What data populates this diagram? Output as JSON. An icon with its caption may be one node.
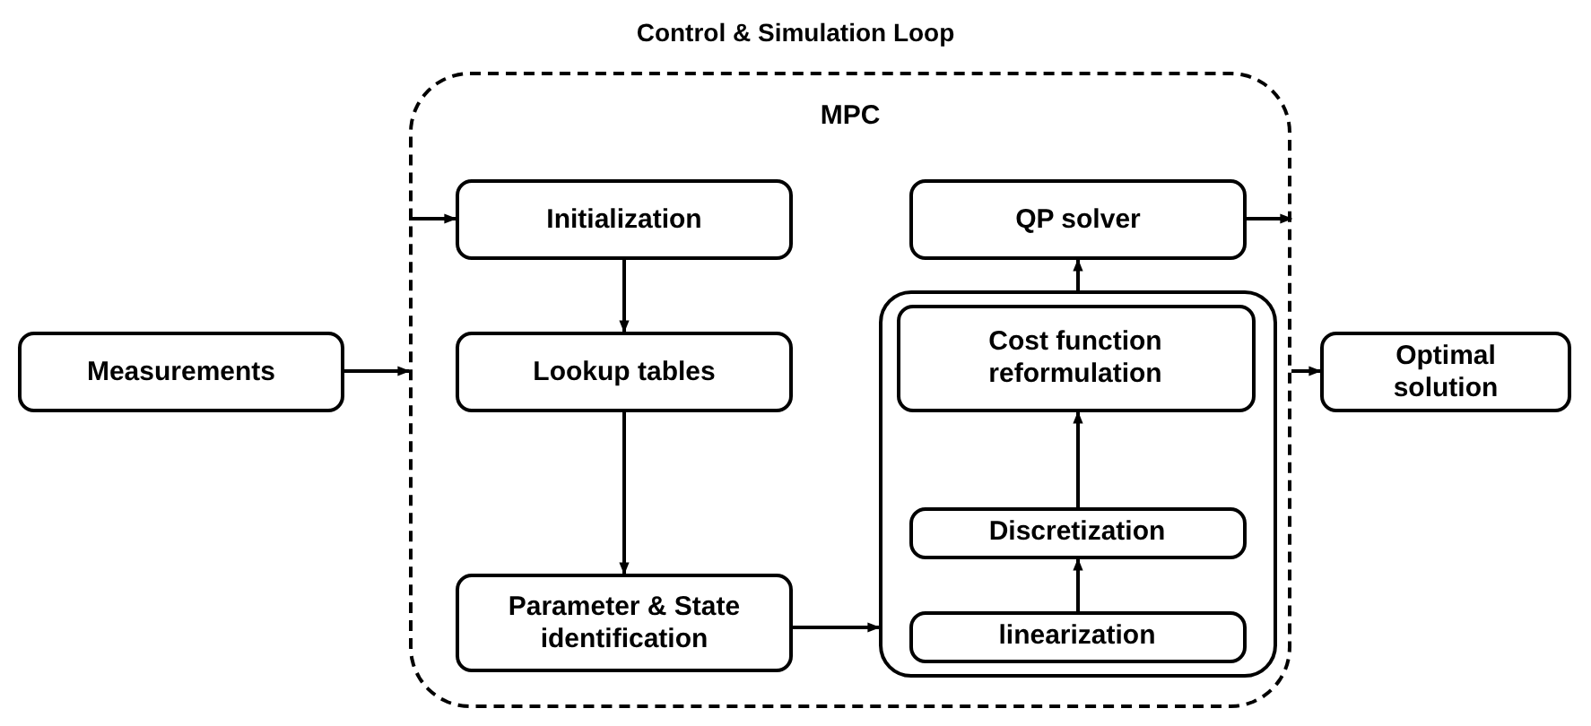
{
  "diagram": {
    "title": "Control & Simulation Loop",
    "nodes": [
      {
        "text": [
          "MPC"
        ]
      },
      {
        "text": [
          "Initialization"
        ],
        "in": 0
      },
      {
        "text": [
          "QP solver"
        ],
        "in": 0
      },
      {
        "text": [
          "Measurements"
        ]
      },
      {
        "text": [
          "Lookup tables"
        ],
        "in": 0
      },
      {
        "text": [],
        "shape": "box",
        "in": 0
      },
      {
        "text": [
          "Cost function reformulation"
        ],
        "in": 5
      },
      {
        "text": [
          "Optimal solution"
        ]
      },
      {
        "text": [
          "Discretization"
        ],
        "in": 5
      },
      {
        "text": [
          "Parameter & State identification"
        ],
        "in": 0
      },
      {
        "text": [
          "linearization"
        ],
        "in": 5
      }
    ],
    "edges": [
      {
        "from": 3,
        "to": 0,
        "arrow": "to"
      },
      {
        "from": 0,
        "to": 1,
        "arrow": "to"
      },
      {
        "from": 1,
        "to": 4,
        "arrow": "to"
      },
      {
        "from": 4,
        "to": 9,
        "arrow": "to"
      },
      {
        "from": 9,
        "to": 5,
        "arrow": "to"
      },
      {
        "from": 10,
        "to": 8,
        "arrow": "to"
      },
      {
        "from": 8,
        "to": 6,
        "arrow": "to"
      },
      {
        "from": 5,
        "to": 2,
        "arrow": "to"
      },
      {
        "from": 2,
        "to": 0,
        "arrow": "to"
      },
      {
        "from": 0,
        "to": 7,
        "arrow": "to"
      }
    ]
  }
}
